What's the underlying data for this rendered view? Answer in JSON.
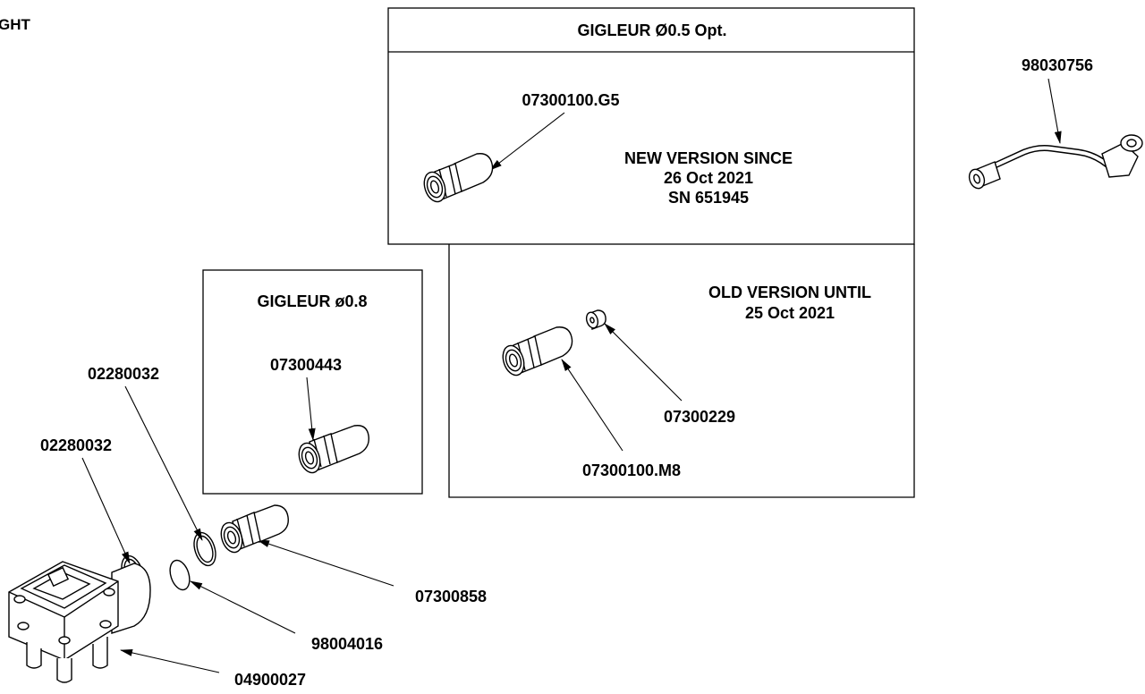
{
  "header": {
    "corner_fragment": "GHT"
  },
  "panels": {
    "new_version": {
      "title": "GIGLEUR Ø0.5 Opt.",
      "note_line1": "NEW VERSION SINCE",
      "note_line2": "26 Oct 2021",
      "note_line3": "SN 651945",
      "part": "07300100.G5"
    },
    "old_version": {
      "note_line1": "OLD VERSION UNTIL",
      "note_line2": "25 Oct 2021",
      "part_body": "07300100.M8",
      "part_insert": "07300229"
    },
    "gigleur_08": {
      "title": "GIGLEUR ø0.8",
      "part": "07300443"
    }
  },
  "callouts": {
    "tube": "98030756",
    "oring_upper": "02280032",
    "oring_lower": "02280032",
    "fitting": "07300858",
    "disc": "98004016",
    "flowmeter": "04900027"
  },
  "colors": {
    "line": "#000000",
    "background": "#ffffff"
  }
}
